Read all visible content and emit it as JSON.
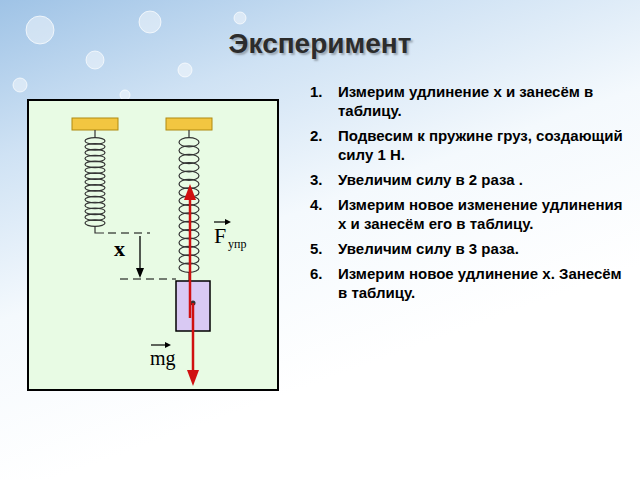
{
  "diagram": {
    "title": "Эксперимент",
    "labels": [
      "1.",
      "Измерим удлинение x и занесём в таблицу.",
      "2.",
      "Подвесим к пружине груз, создающий силу 1 Н.",
      "3.",
      "Увеличим силу в 2 раза .",
      "4.",
      "Измерим новое изменение удлинения x и занесём его в таблицу.",
      "5.",
      "Увеличим силу в 3 раза.",
      "6.",
      "Измерим новое удлинение x. Занесём в таблицу.",
      "x",
      "F",
      "упр",
      "mg"
    ]
  }
}
